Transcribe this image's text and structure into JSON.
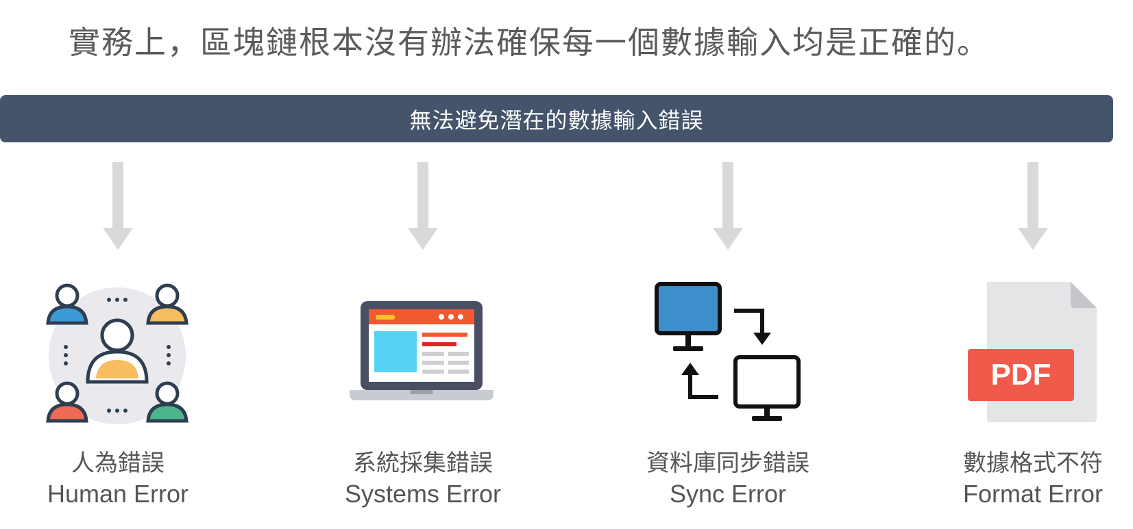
{
  "headline": "實務上，區塊鏈根本沒有辦法確保每一個數據輸入均是正確的。",
  "banner": "無法避免潛在的數據輸入錯誤",
  "items": [
    {
      "zh": "人為錯誤",
      "en": "Human Error",
      "icon": "users-network-icon"
    },
    {
      "zh": "系統採集錯誤",
      "en": "Systems Error",
      "icon": "laptop-icon"
    },
    {
      "zh": "資料庫同步錯誤",
      "en": "Sync Error",
      "icon": "sync-monitors-icon"
    },
    {
      "zh": "數據格式不符",
      "en": "Format Error",
      "icon": "pdf-file-icon"
    }
  ],
  "pdf_badge": "PDF",
  "colors": {
    "banner": "#45546a",
    "arrow": "#d9d9d9",
    "text": "#555555",
    "pdf_red": "#f05a4a",
    "screen_blue": "#3d8fcb"
  }
}
